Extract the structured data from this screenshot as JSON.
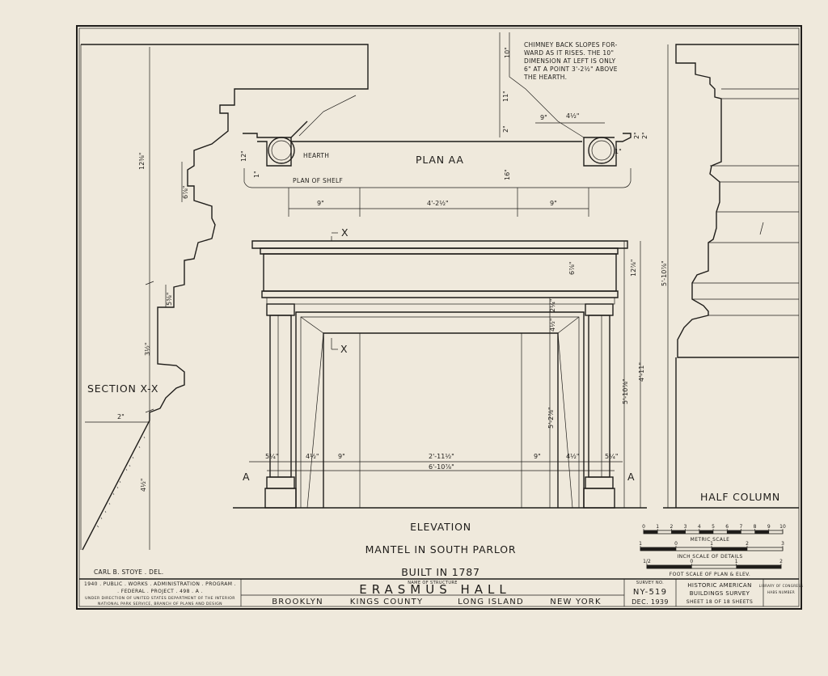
{
  "sheet": {
    "background": "#efe9dc",
    "ink": "#1f1d1a"
  },
  "labels": {
    "plan_title": "PLAN AA",
    "hearth": "HEARTH",
    "plan_of_shelf": "PLAN OF SHELF",
    "section_title": "SECTION X-X",
    "half_column": "HALF COLUMN",
    "marker_x_top": "X",
    "marker_x_mid": "X",
    "marker_a_left": "A",
    "marker_a_right": "A",
    "chimney_note": [
      "CHIMNEY BACK SLOPES FOR-",
      "WARD AS IT RISES. THE 10\"",
      "DIMENSION AT LEFT IS ONLY",
      "6\" AT A POINT 3'-2½\" ABOVE",
      "THE HEARTH."
    ]
  },
  "dimensions": {
    "plan_9_left": "9\"",
    "plan_center": "4'-2½\"",
    "plan_9_right": "9\"",
    "plan_12": "12\"",
    "plan_16": "16\"",
    "plan_10": "10\"",
    "plan_11": "11\"",
    "plan_2": "2\"",
    "plan_9b": "9\"",
    "plan_4half": "4½\"",
    "plan_2a": "2\"",
    "plan_2b": "2\"",
    "plan_1": "1\"",
    "plan_1b": "1\"",
    "section_12": "12⅜\"",
    "section_6": "6⅞\"",
    "section_5": "5⅜\"",
    "section_3": "3½\"",
    "section_2": "2\"",
    "section_4": "4½\"",
    "elev_6": "6⅞\"",
    "elev_12": "12⅞\"",
    "elev_2": "2¼\"",
    "elev_4": "4½\"",
    "elev_411": "4'-11\"",
    "elev_5108_right": "5'-10⅞\"",
    "elev_528": "5'-2⅞\"",
    "elev_5108_far": "5'-10⅞\"",
    "elev_5_left": "5¼\"",
    "elev_4_left": "4½\"",
    "elev_9_left": "9\"",
    "elev_2_11": "2'-11½\"",
    "elev_9_right": "9\"",
    "elev_4_right": "4½\"",
    "elev_5_right": "5¼\"",
    "elev_overall": "6'-10⅞\""
  },
  "captions": {
    "line1": "ELEVATION",
    "line2": "MANTEL IN SOUTH PARLOR",
    "line3": "BUILT IN 1787",
    "delineator": "CARL B. STOYE . DEL."
  },
  "scales": {
    "metric_ticks": [
      "0",
      "1",
      "2",
      "3",
      "4",
      "5",
      "6",
      "7",
      "8",
      "9",
      "10"
    ],
    "metric_label": "METRIC SCALE",
    "inch_ticks": [
      "1",
      "0",
      "1",
      "2",
      "3"
    ],
    "inch_label": "INCH SCALE OF DETAILS",
    "foot_ticks": [
      "1/2",
      "0",
      "1",
      "2"
    ],
    "foot_label": "FOOT SCALE OF PLAN & ELEV."
  },
  "title_block": {
    "project_line1": "1940 . PUBLIC . WORKS . ADMINISTRATION . PROGRAM .",
    "project_line2": ". FEDERAL . PROJECT . 498 . A .",
    "project_line3": "UNDER DIRECTION OF UNITED STATES DEPARTMENT OF THE INTERIOR",
    "project_line4": "NATIONAL PARK SERVICE, BRANCH OF PLANS AND DESIGN",
    "name_caption": "NAME OF STRUCTURE",
    "name": "ERASMUS HALL",
    "loc_city": "BROOKLYN",
    "loc_county": "KINGS COUNTY",
    "loc_island": "LONG ISLAND",
    "loc_state": "NEW YORK",
    "survey_caption": "SURVEY NO.",
    "survey_no": "NY-519",
    "survey_date": "DEC. 1939",
    "habs1": "HISTORIC AMERICAN",
    "habs2": "BUILDINGS SURVEY",
    "sheet_of": "SHEET 18 OF 18 SHEETS",
    "ref1": "LIBRARY OF CONGRESS",
    "ref2": "HABS NUMBER"
  }
}
